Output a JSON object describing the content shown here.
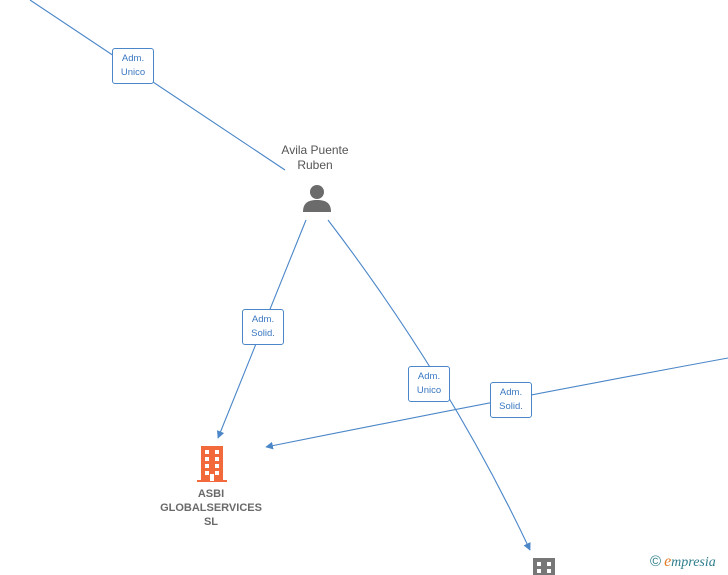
{
  "nodes": {
    "person": {
      "name_line1": "Avila Puente",
      "name_line2": "Ruben",
      "icon": "person-icon"
    },
    "company": {
      "name_line1": "ASBI",
      "name_line2": "GLOBALSERVICES",
      "name_line3": "SL",
      "icon": "building-icon",
      "color": "#f26a3c"
    },
    "company_partial": {
      "icon": "building-icon",
      "color": "#777777"
    }
  },
  "edges": [
    {
      "id": "edge-1",
      "line1": "Adm.",
      "line2": "Unico"
    },
    {
      "id": "edge-2",
      "line1": "Adm.",
      "line2": "Solid."
    },
    {
      "id": "edge-3",
      "line1": "Adm.",
      "line2": "Unico"
    },
    {
      "id": "edge-4",
      "line1": "Adm.",
      "line2": "Solid."
    }
  ],
  "colors": {
    "edge": "#4a86c8",
    "person": "#6b6b6b"
  },
  "watermark": {
    "copyright": "©",
    "brand_initial": "e",
    "brand_rest": "mpresia"
  }
}
